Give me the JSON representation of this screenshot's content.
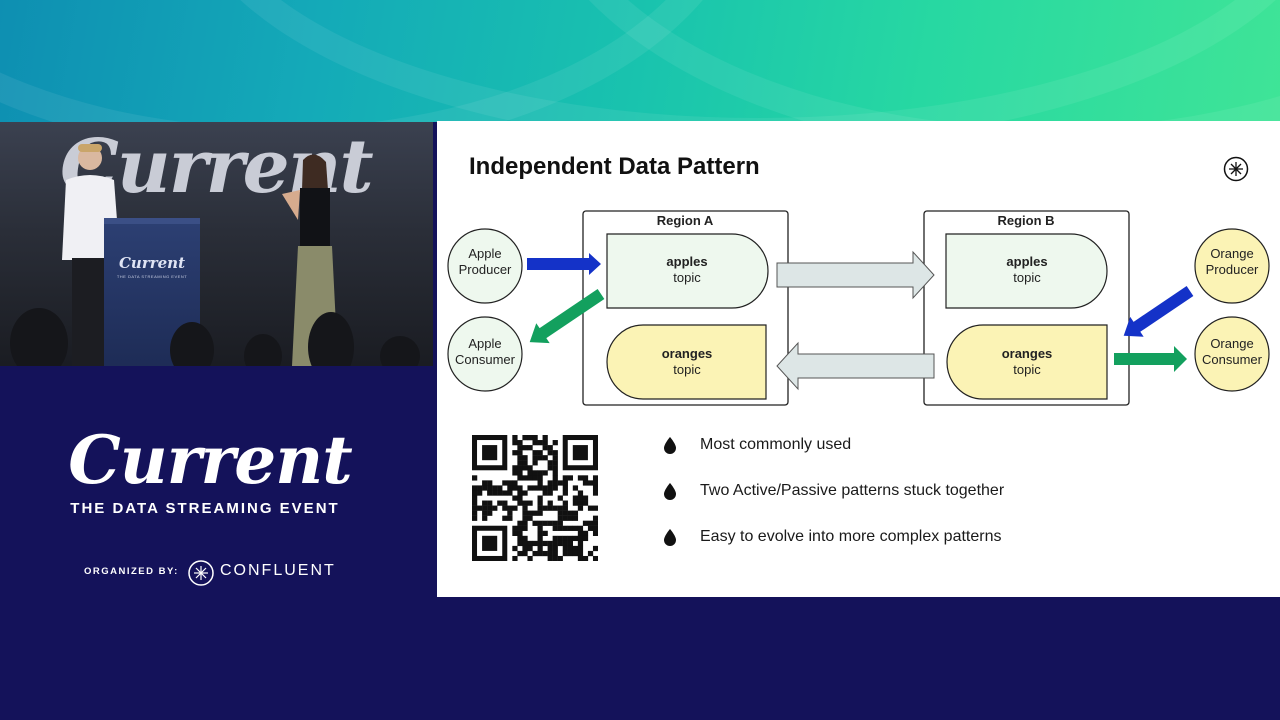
{
  "event": {
    "name": "Current",
    "tagline": "THE DATA STREAMING EVENT",
    "organized_by": "ORGANIZED BY:",
    "organizer": "CONFLUENT",
    "podium_name": "Current",
    "podium_sub": "THE DATA STREAMING EVENT"
  },
  "slide": {
    "title": "Independent Data Pattern",
    "regions": [
      {
        "label": "Region A"
      },
      {
        "label": "Region B"
      }
    ],
    "producers": [
      {
        "line1": "Apple",
        "line2": "Producer"
      },
      {
        "line1": "Orange",
        "line2": "Producer"
      }
    ],
    "consumers": [
      {
        "line1": "Apple",
        "line2": "Consumer"
      },
      {
        "line1": "Orange",
        "line2": "Consumer"
      }
    ],
    "topics": {
      "apples_a": {
        "name": "apples",
        "type": "topic"
      },
      "oranges_a": {
        "name": "oranges",
        "type": "topic"
      },
      "apples_b": {
        "name": "apples",
        "type": "topic"
      },
      "oranges_b": {
        "name": "oranges",
        "type": "topic"
      }
    },
    "bullets": [
      "Most commonly used",
      "Two Active/Passive patterns stuck together",
      "Easy to evolve into more complex patterns"
    ]
  },
  "colors": {
    "apple_fill": "#eef8ee",
    "orange_fill": "#fbf3b5",
    "blue_arrow": "#1432c8",
    "green_arrow": "#13a05e",
    "gray_arrow": "#dde6e6",
    "slide_bg": "#ffffff",
    "brand_bg": "#14125a"
  }
}
